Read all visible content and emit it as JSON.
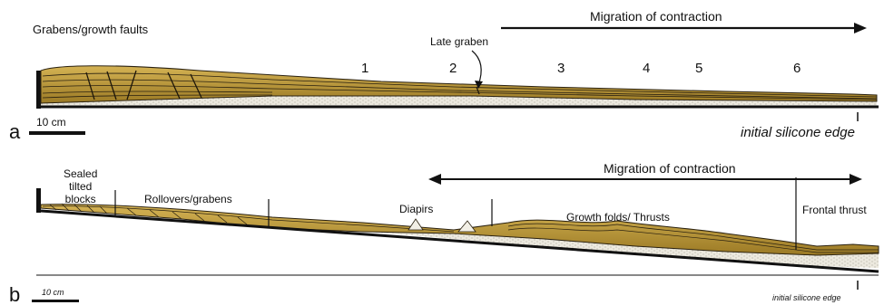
{
  "panel_a": {
    "letter": "a",
    "grabens_label": "Grabens/growth faults",
    "migration_label": "Migration of contraction",
    "late_graben_label": "Late graben",
    "stages": [
      "1",
      "2",
      "3",
      "4",
      "5",
      "6"
    ],
    "scale_label": "10 cm",
    "silicone_edge_label": "initial silicone edge"
  },
  "panel_b": {
    "letter": "b",
    "sealed_label": "Sealed\ntilted\nblocks",
    "rollovers_label": "Rollovers/grabens",
    "diapirs_label": "Diapirs",
    "growth_label": "Growth folds/ Thrusts",
    "frontal_label": "Frontal thrust",
    "migration_label": "Migration of contraction",
    "scale_label": "10 cm",
    "silicone_edge_label": "initial silicone edge"
  },
  "colors": {
    "sediment": "#b08a2c",
    "sediment_light": "#d8b65a",
    "layer_line": "#2a2110",
    "silicone": "#e9e6dc",
    "ink": "#111111"
  }
}
